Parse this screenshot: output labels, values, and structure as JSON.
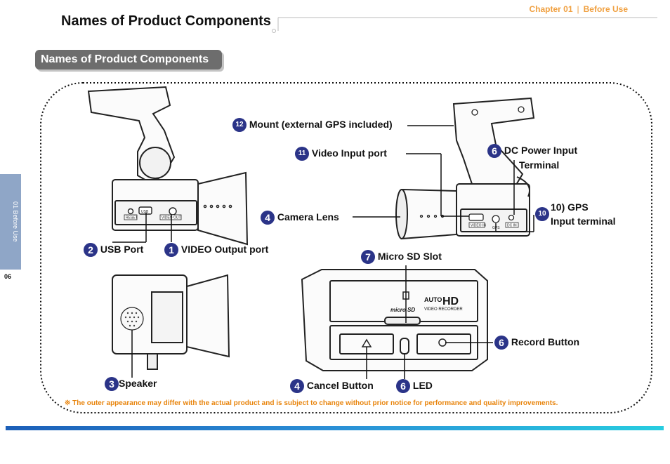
{
  "header": {
    "chapter": "Chapter 01",
    "separator": "|",
    "section": "Before Use",
    "title": "Names of Product Components"
  },
  "section_tab": "Names of Product Components",
  "side_tab": {
    "label": "01 Before Use",
    "page_number": "06"
  },
  "callouts": {
    "mount": {
      "number": "12",
      "label": "Mount (external GPS included)"
    },
    "video_input": {
      "number": "11",
      "label": "Video Input port"
    },
    "dc_power": {
      "number": "6",
      "label_line1": "DC Power Input",
      "label_line2": "Terminal"
    },
    "gps": {
      "number": "10",
      "label_line1": "10) GPS",
      "label_line2": "Input terminal"
    },
    "camera_lens": {
      "number": "4",
      "label": "Camera Lens"
    },
    "usb_port": {
      "number": "2",
      "label": "USB Port"
    },
    "video_output": {
      "number": "1",
      "label": "VIDEO Output port"
    },
    "micro_sd": {
      "number": "7",
      "label": "Micro SD Slot"
    },
    "record_button": {
      "number": "6",
      "label": "Record Button"
    },
    "speaker": {
      "number": "3",
      "label": "Speaker"
    },
    "cancel_button": {
      "number": "4",
      "label": "Cancel Button"
    },
    "led": {
      "number": "6",
      "label": "LED"
    }
  },
  "device_text": {
    "reset": "RESET",
    "usb": "USB",
    "video_out": "VIDEO OUT",
    "video_in": "VIDEO IN",
    "gps": "GPS",
    "dc_in": "DC IN",
    "brand_auto": "AUTO",
    "brand_hd": "HD",
    "brand_sub": "VIDEO RECORDER",
    "micro_sd": "micro SD"
  },
  "footnote": {
    "symbol": "※",
    "text": "The outer appearance may differ with the actual product and is subject to change without prior notice for performance and quality improvements."
  },
  "colors": {
    "chapter_text": "#f0a040",
    "badge": "#2b3488",
    "section_tab": "#6d6d6d",
    "side_tab": "#8fa6c7",
    "footnote": "#e8840c",
    "bar_start": "#1c5fb8",
    "bar_end": "#27cde0"
  }
}
